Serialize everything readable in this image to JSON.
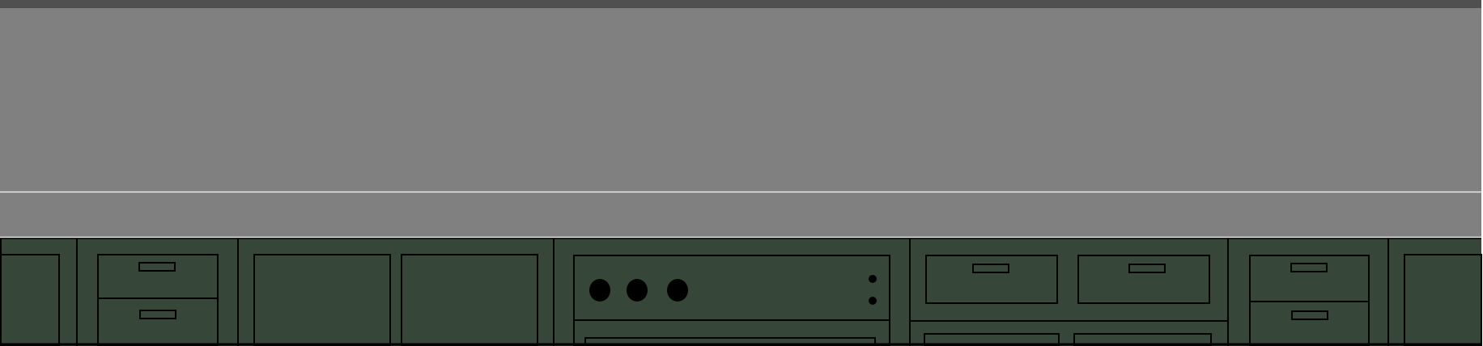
{
  "colors": {
    "top_bar": "#505050",
    "wall": "#808080",
    "counter_line": "#e8e8e8",
    "cabinet": "#36473a",
    "outline": "#000000",
    "right_edge": "#ffffff"
  },
  "scene": {
    "description_label": "",
    "cabinet_sections": [
      {
        "kind": "door"
      },
      {
        "kind": "drawer-stack",
        "drawers": 2
      },
      {
        "kind": "double-door"
      },
      {
        "kind": "oven",
        "knobs": 3,
        "indicators": 2
      },
      {
        "kind": "drawer-pair-over-drawers"
      },
      {
        "kind": "drawer-stack",
        "drawers": 2
      },
      {
        "kind": "door"
      }
    ]
  }
}
